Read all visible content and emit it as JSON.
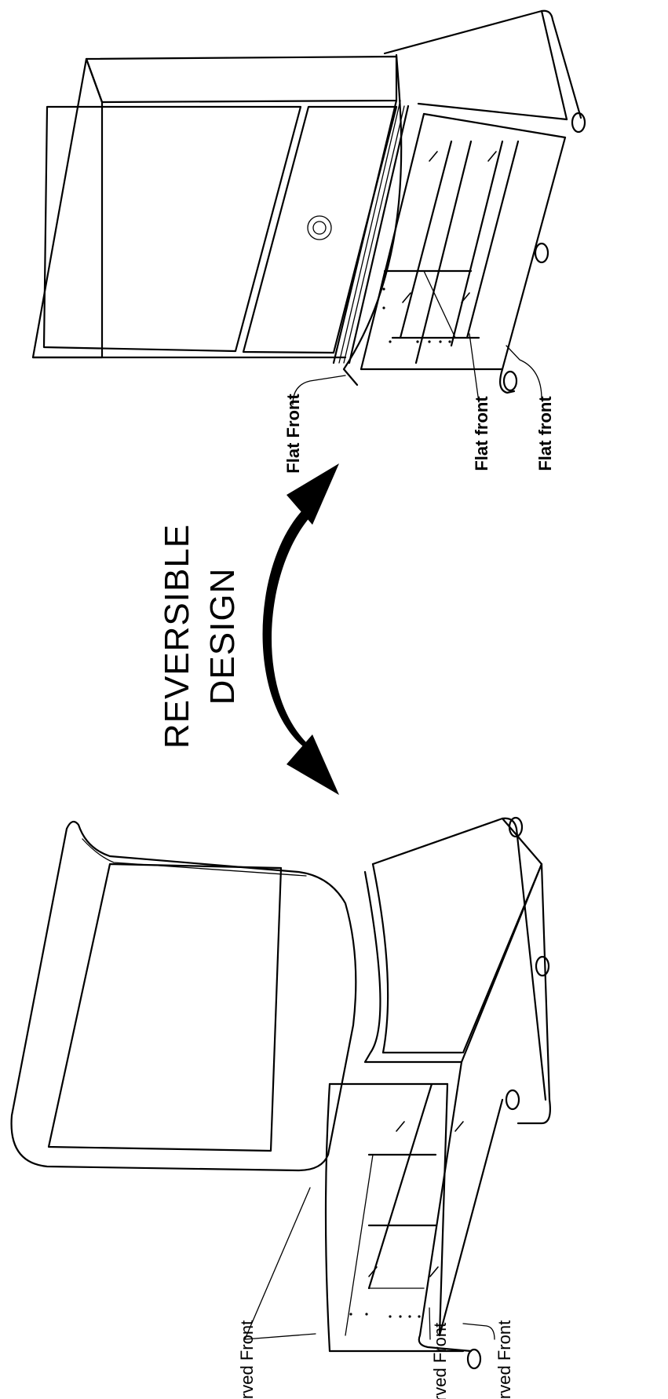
{
  "heading": {
    "line1": "REVERSIBLE",
    "line2": "DESIGN"
  },
  "top_unit": {
    "callouts": [
      "Flat Front",
      "Flat front",
      "Flat front"
    ]
  },
  "bottom_unit": {
    "callouts": [
      "Curved Front",
      "Curved Front",
      "Curved Front"
    ]
  },
  "colors": {
    "ink": "#000000",
    "paper": "#ffffff"
  }
}
